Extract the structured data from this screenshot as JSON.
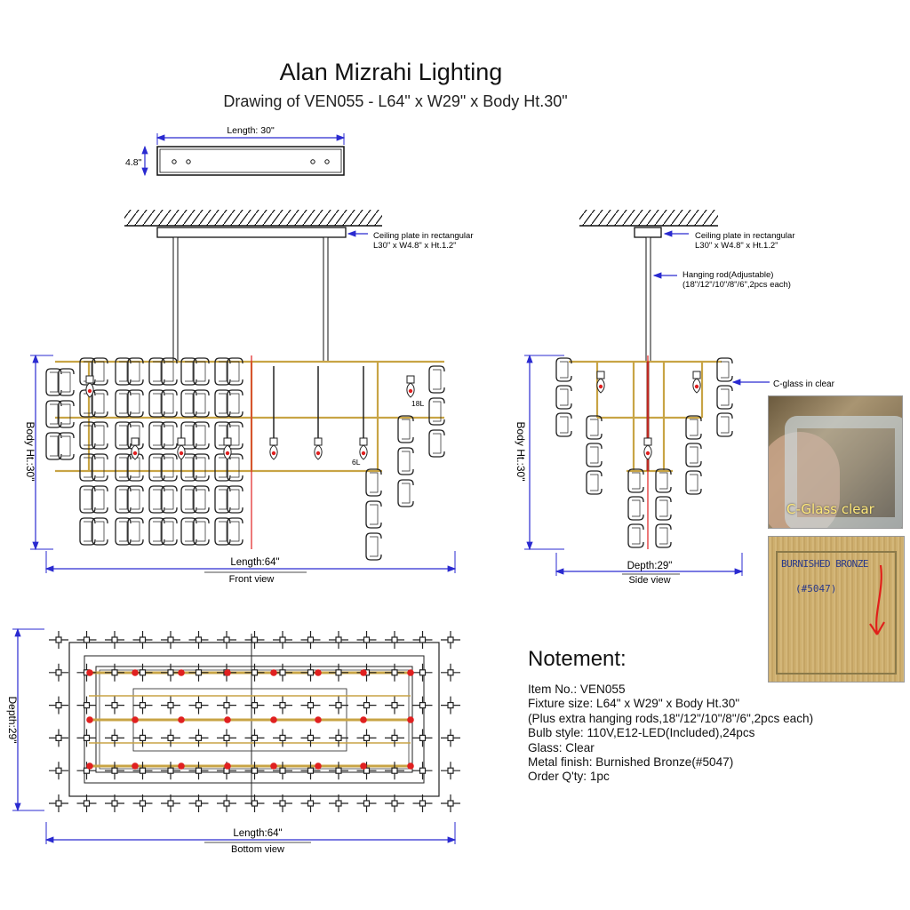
{
  "header": {
    "title": "Alan Mizrahi Lighting",
    "subtitle": "Drawing of VEN055 - L64\" x W29\" x Body Ht.30\""
  },
  "plate_view": {
    "length_label": "Length: 30\"",
    "height_label": "4.8\""
  },
  "front_view": {
    "callout_plate_line1": "Ceiling plate in rectangular",
    "callout_plate_line2": "L30\" x W4.8\" x Ht.1.2\"",
    "label_18l": "18L",
    "label_6l": "6L",
    "height_label": "Body Ht.:30\"",
    "length_label": "Length:64\"",
    "view_label": "Front view"
  },
  "side_view": {
    "callout_plate_line1": "Ceiling plate in rectangular",
    "callout_plate_line2": "L30\" x W4.8\" x Ht.1.2\"",
    "callout_rod_line1": "Hanging rod(Adjustable)",
    "callout_rod_line2": "(18\"/12\"/10\"/8\"/6\",2pcs each)",
    "callout_glass": "C-glass in clear",
    "height_label": "Body Ht.:30\"",
    "depth_label": "Depth:29\"",
    "view_label": "Side view"
  },
  "photos": {
    "glass_caption": "C-Glass clear",
    "finish_line1": "BURNISHED BRONZE",
    "finish_line2": "(#5047)"
  },
  "bottom_view": {
    "depth_label": "Depth:29\"",
    "length_label": "Length:64\"",
    "view_label": "Bottom view"
  },
  "notes": {
    "heading": "Notement:",
    "lines": [
      "Item No.: VEN055",
      "Fixture size: L64\" x W29\" x Body Ht.30\"",
      "(Plus extra hanging rods,18\"/12\"/10\"/8\"/6\",2pcs each)",
      "Bulb style: 110V,E12-LED(Included),24pcs",
      "Glass: Clear",
      "Metal finish: Burnished Bronze(#5047)",
      "Order Q'ty: 1pc"
    ]
  },
  "colors": {
    "dimension": "#2a2ad0",
    "frame": "#c8a445",
    "line": "#222222",
    "bulb": "#e02020"
  }
}
